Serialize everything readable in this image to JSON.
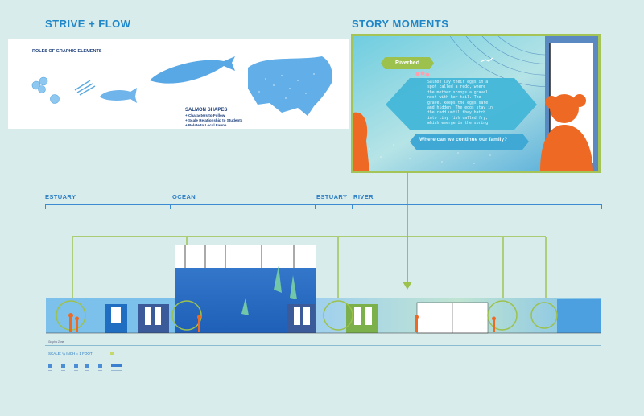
{
  "left": {
    "heading": "STRIVE + FLOW",
    "roles_title": "ROLES OF GRAPHIC ELEMENTS",
    "salmon_title": "SALMON SHAPES",
    "salmon_points": [
      "+ Characters to Follow",
      "+ Scale Relationship to Students",
      "+ Relate to Local Fauna"
    ]
  },
  "right": {
    "heading": "STORY MOMENTS",
    "tag": "Riverbed",
    "story_text": "Salmon lay their eggs in a spot called a redd, where the mother scoops a gravel nest with her tail. The gravel keeps the eggs safe and hidden. The eggs stay in the redd until they hatch into tiny fish called fry, which emerge in the spring.",
    "question": "Where can we continue our family?"
  },
  "zones": [
    {
      "label": "ESTUARY"
    },
    {
      "label": "OCEAN"
    },
    {
      "label": "ESTUARY"
    },
    {
      "label": "RIVER"
    }
  ],
  "elevation": {
    "scale_note": "SCALE: ¼ INCH = 1 FOOT",
    "caption_left": "Graphic Zone"
  },
  "colors": {
    "accent_blue": "#1f86c8",
    "green": "#9cc14d",
    "orange": "#ee6a24",
    "background": "#d8ecec"
  }
}
